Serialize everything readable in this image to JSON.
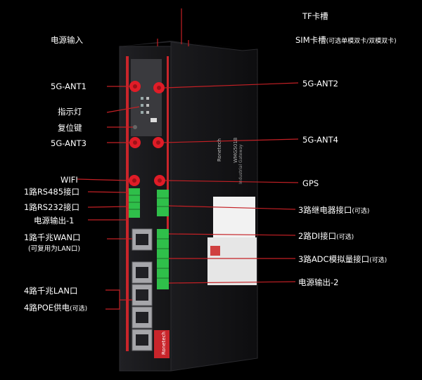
{
  "labels": {
    "tf": "TF卡槽",
    "power_in": "电源输入",
    "sim": "SIM卡槽",
    "sim_note": "(可选单模双卡/双模双卡)",
    "ant1": "5G-ANT1",
    "ant2": "5G-ANT2",
    "led": "指示灯",
    "reset": "复位键",
    "ant3": "5G-ANT3",
    "ant4": "5G-ANT4",
    "wifi": "WIFI",
    "gps": "GPS",
    "rs485": "1路RS485接口",
    "rs232": "1路RS232接口",
    "relay": "3路继电器接口",
    "relay_note": "(可选)",
    "pout1": "电源输出-1",
    "di": "2路DI接口",
    "di_note": "(可选)",
    "wan": "1路千兆WAN口",
    "wan_note": "(可复用为LAN口)",
    "adc": "3路ADC模拟量接口",
    "adc_note": "(可选)",
    "pout2": "电源输出-2",
    "lan": "4路千兆LAN口",
    "poe": "4路POE供电",
    "poe_note": "(可选)"
  },
  "device": {
    "brand_top": "Ronetech",
    "model": "WMG5018",
    "desc": "Industrial Gateway",
    "brand_bottom": "Ronetech"
  },
  "colors": {
    "accent": "#d4242a",
    "leader": "#c42025",
    "body": "#121214",
    "terminal": "#2fbf4a"
  }
}
